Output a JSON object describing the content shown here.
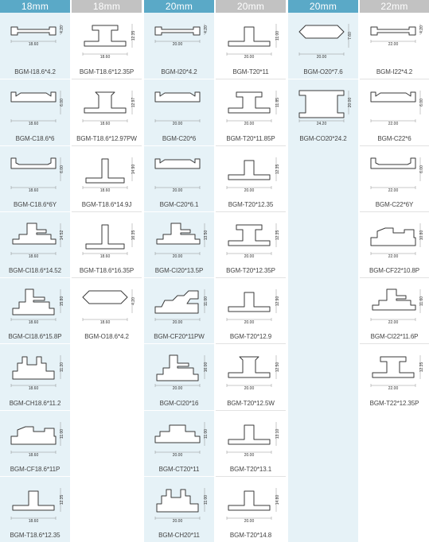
{
  "columns": [
    {
      "header": "18mm",
      "header_style": "blue",
      "tint": true,
      "items": [
        {
          "label": "BGM-I18.6*4.2",
          "shape": "i-beam",
          "width_dim": "18.60",
          "height_dim": "4.20"
        },
        {
          "label": "BGM-C18.6*6",
          "shape": "channel",
          "width_dim": "18.60",
          "height_dim": "6.00"
        },
        {
          "label": "BGM-C18.6*6Y",
          "shape": "channel-y",
          "width_dim": "18.60",
          "height_dim": "6.00"
        },
        {
          "label": "BGM-CI18.6*14.52",
          "shape": "ci",
          "width_dim": "18.60",
          "height_dim": "14.52"
        },
        {
          "label": "BGM-CI18.6*15.8P",
          "shape": "ci-tall",
          "width_dim": "18.60",
          "height_dim": "15.80"
        },
        {
          "label": "BGM-CH18.6*11.2",
          "shape": "ch",
          "width_dim": "18.60",
          "height_dim": "11.20"
        },
        {
          "label": "BGM-CF18.6*11P",
          "shape": "cf",
          "width_dim": "18.60",
          "height_dim": "11.00"
        },
        {
          "label": "BGM-T18.6*12.35",
          "shape": "t",
          "width_dim": "18.60",
          "height_dim": "12.35"
        }
      ]
    },
    {
      "header": "18mm",
      "header_style": "gray",
      "tint": false,
      "items": [
        {
          "label": "BGM-T18.6*12.35P",
          "shape": "t-flat",
          "width_dim": "18.60",
          "height_dim": "12.35"
        },
        {
          "label": "BGM-T18.6*12.97PW",
          "shape": "t-wide",
          "width_dim": "18.60",
          "height_dim": "12.97"
        },
        {
          "label": "BGM-T18.6*14.9J",
          "shape": "t-tall",
          "width_dim": "18.60",
          "height_dim": "14.90"
        },
        {
          "label": "BGM-T18.6*16.35P",
          "shape": "t-tall",
          "width_dim": "18.60",
          "height_dim": "16.35"
        },
        {
          "label": "BGM-O18.6*4.2",
          "shape": "oct",
          "width_dim": "18.60",
          "height_dim": "4.20"
        }
      ]
    },
    {
      "header": "20mm",
      "header_style": "blue",
      "tint": true,
      "items": [
        {
          "label": "BGM-I20*4.2",
          "shape": "i-beam",
          "width_dim": "20.00",
          "height_dim": "4.20"
        },
        {
          "label": "BGM-C20*6",
          "shape": "channel",
          "width_dim": "20.00",
          "height_dim": ""
        },
        {
          "label": "BGM-C20*6.1",
          "shape": "channel",
          "width_dim": "20.00",
          "height_dim": ""
        },
        {
          "label": "BGM-CI20*13.5P",
          "shape": "ci",
          "width_dim": "20.00",
          "height_dim": "13.50"
        },
        {
          "label": "BGM-CF20*11PW",
          "shape": "cf-step",
          "width_dim": "20.00",
          "height_dim": "11.00"
        },
        {
          "label": "BGM-CI20*16",
          "shape": "ci-tall",
          "width_dim": "20.00",
          "height_dim": "16.00"
        },
        {
          "label": "BGM-CT20*11",
          "shape": "ct",
          "width_dim": "20.00",
          "height_dim": "11.00"
        },
        {
          "label": "BGM-CH20*11",
          "shape": "ch",
          "width_dim": "20.00",
          "height_dim": "11.00"
        }
      ]
    },
    {
      "header": "20mm",
      "header_style": "gray",
      "tint": false,
      "items": [
        {
          "label": "BGM-T20*11",
          "shape": "t",
          "width_dim": "20.00",
          "height_dim": "11.00"
        },
        {
          "label": "BGM-T20*11.85P",
          "shape": "t-flat",
          "width_dim": "20.00",
          "height_dim": "11.85"
        },
        {
          "label": "BGM-T20*12.35",
          "shape": "t",
          "width_dim": "20.00",
          "height_dim": "12.35"
        },
        {
          "label": "BGM-T20*12.35P",
          "shape": "t-flat",
          "width_dim": "20.00",
          "height_dim": "12.35"
        },
        {
          "label": "BGM-T20*12.9",
          "shape": "t",
          "width_dim": "20.00",
          "height_dim": "12.90"
        },
        {
          "label": "BGM-T20*12.5W",
          "shape": "t-wide",
          "width_dim": "20.00",
          "height_dim": "12.50"
        },
        {
          "label": "BGM-T20*13.1",
          "shape": "t",
          "width_dim": "20.00",
          "height_dim": "13.10"
        },
        {
          "label": "BGM-T20*14.8",
          "shape": "t",
          "width_dim": "20.00",
          "height_dim": "14.80"
        }
      ]
    },
    {
      "header": "20mm",
      "header_style": "blue",
      "tint": true,
      "items": [
        {
          "label": "BGM-O20*7.6",
          "shape": "oct",
          "width_dim": "20.00",
          "height_dim": "7.60"
        },
        {
          "label": "BGM-CO20*24.2",
          "shape": "co",
          "width_dim": "24.20",
          "height_dim": "20.00"
        }
      ]
    },
    {
      "header": "22mm",
      "header_style": "gray",
      "tint": false,
      "items": [
        {
          "label": "BGM-I22*4.2",
          "shape": "i-beam",
          "width_dim": "22.00",
          "height_dim": "4.20"
        },
        {
          "label": "BGM-C22*6",
          "shape": "channel",
          "width_dim": "22.00",
          "height_dim": "6.00"
        },
        {
          "label": "BGM-C22*6Y",
          "shape": "channel-y",
          "width_dim": "22.00",
          "height_dim": "6.00"
        },
        {
          "label": "BGM-CF22*10.8P",
          "shape": "cf",
          "width_dim": "22.00",
          "height_dim": "10.80"
        },
        {
          "label": "BGM-CI22*11.6P",
          "shape": "ci",
          "width_dim": "22.00",
          "height_dim": "11.60"
        },
        {
          "label": "BGM-T22*12.35P",
          "shape": "t-flat",
          "width_dim": "22.00",
          "height_dim": "12.35"
        }
      ]
    }
  ],
  "colors": {
    "header_blue": "#5aa9c7",
    "header_gray": "#c2c2c2",
    "tint": "#e6f2f7",
    "stroke": "#3a3a3a"
  }
}
